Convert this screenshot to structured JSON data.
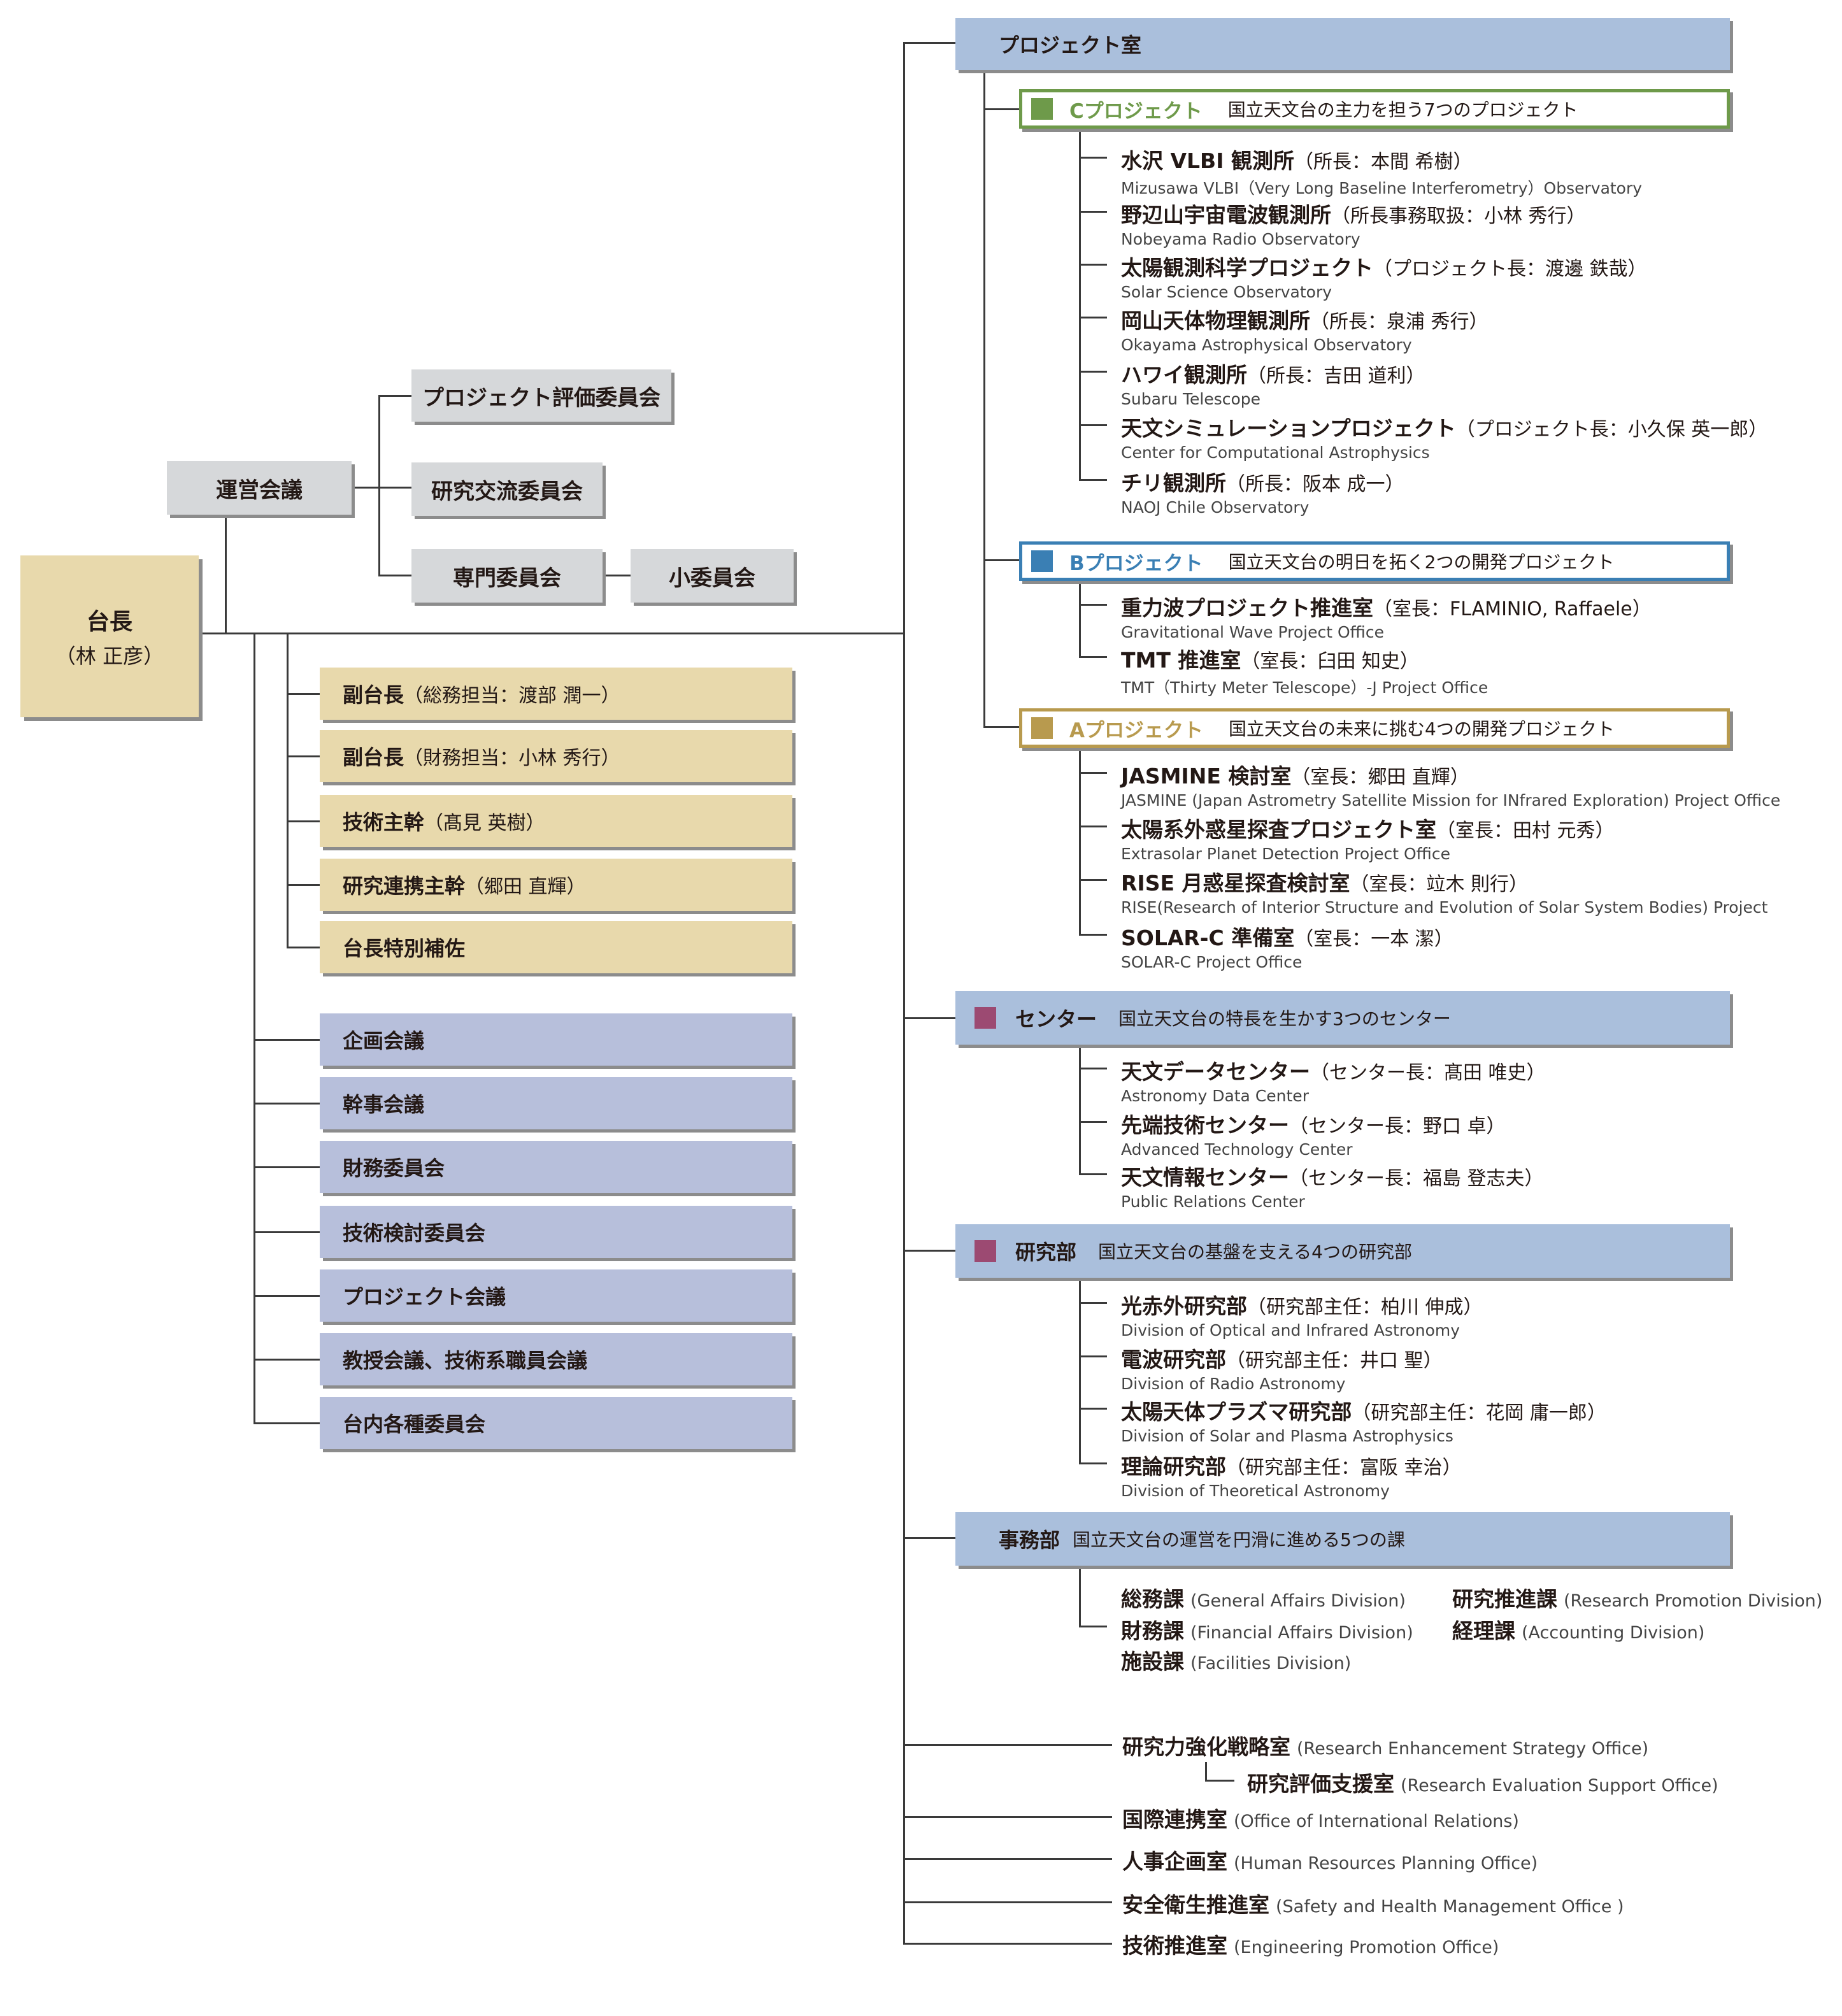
{
  "chief": {
    "title": "台長",
    "name": "（林 正彦）"
  },
  "council": "運営会議",
  "committees": [
    "プロジェクト評価委員会",
    "研究交流委員会",
    "専門委員会",
    "小委員会"
  ],
  "deputies": [
    {
      "title": "副台長",
      "holder": "（総務担当：渡部 潤一）"
    },
    {
      "title": "副台長",
      "holder": "（財務担当：小林 秀行）"
    },
    {
      "title": "技術主幹",
      "holder": "（髙見 英樹）"
    },
    {
      "title": "研究連携主幹",
      "holder": "（郷田 直輝）"
    },
    {
      "title": "台長特別補佐",
      "holder": ""
    }
  ],
  "meetings": [
    "企画会議",
    "幹事会議",
    "財務委員会",
    "技術検討委員会",
    "プロジェクト会議",
    "教授会議、技術系職員会議",
    "台内各種委員会"
  ],
  "project_office": "プロジェクト室",
  "c_project": {
    "title": "Cプロジェクト",
    "desc": "国立天文台の主力を担う7つのプロジェクト",
    "color": "#6e9a4a",
    "items": [
      {
        "name": "水沢 VLBI 観測所",
        "head": "（所長：本間 希樹）",
        "en": "Mizusawa VLBI（Very Long Baseline Interferometry）Observatory"
      },
      {
        "name": "野辺山宇宙電波観測所",
        "head": "（所長事務取扱：小林 秀行）",
        "en": "Nobeyama Radio Observatory"
      },
      {
        "name": "太陽観測科学プロジェクト",
        "head": "（プロジェクト長：渡邊 鉄哉）",
        "en": "Solar Science Observatory"
      },
      {
        "name": "岡山天体物理観測所",
        "head": "（所長：泉浦 秀行）",
        "en": "Okayama Astrophysical Observatory"
      },
      {
        "name": "ハワイ観測所",
        "head": "（所長：吉田 道利）",
        "en": "Subaru Telescope"
      },
      {
        "name": "天文シミュレーションプロジェクト",
        "head": "（プロジェクト長：小久保 英一郎）",
        "en": "Center for Computational Astrophysics"
      },
      {
        "name": "チリ観測所",
        "head": "（所長：阪本 成一）",
        "en": "NAOJ Chile Observatory"
      }
    ]
  },
  "b_project": {
    "title": "Bプロジェクト",
    "desc": "国立天文台の明日を拓く2つの開発プロジェクト",
    "color": "#3a7fb4",
    "items": [
      {
        "name": "重力波プロジェクト推進室",
        "head": "（室長：FLAMINIO, Raffaele）",
        "en": "Gravitational Wave Project Office"
      },
      {
        "name": "TMT 推進室",
        "head": "（室長：臼田 知史）",
        "en": "TMT（Thirty Meter Telescope）-J Project Office"
      }
    ]
  },
  "a_project": {
    "title": "Aプロジェクト",
    "desc": "国立天文台の未来に挑む4つの開発プロジェクト",
    "color": "#b89a4e",
    "items": [
      {
        "name": "JASMINE 検討室",
        "head": "（室長：郷田 直輝）",
        "en": "JASMINE (Japan Astrometry Satellite Mission for INfrared Exploration) Project Office"
      },
      {
        "name": "太陽系外惑星探査プロジェクト室",
        "head": "（室長：田村 元秀）",
        "en": "Extrasolar Planet Detection Project Office"
      },
      {
        "name": "RISE 月惑星探査検討室",
        "head": "（室長：竝木 則行）",
        "en": "RISE(Research of Interior Structure and Evolution of Solar System Bodies) Project"
      },
      {
        "name": "SOLAR-C 準備室",
        "head": "（室長：一本 潔）",
        "en": "SOLAR-C Project Office"
      }
    ]
  },
  "centers": {
    "title": "センター",
    "desc": "国立天文台の特長を生かす3つのセンター",
    "color": "#9c4a72",
    "items": [
      {
        "name": "天文データセンター",
        "head": "（センター長：髙田 唯史）",
        "en": "Astronomy Data Center"
      },
      {
        "name": "先端技術センター",
        "head": "（センター長：野口 卓）",
        "en": "Advanced Technology Center"
      },
      {
        "name": "天文情報センター",
        "head": "（センター長：福島 登志夫）",
        "en": "Public Relations Center"
      }
    ]
  },
  "divisions": {
    "title": "研究部",
    "desc": "国立天文台の基盤を支える4つの研究部",
    "color": "#9c4a72",
    "items": [
      {
        "name": "光赤外研究部",
        "head": "（研究部主任：柏川 伸成）",
        "en": "Division of Optical and Infrared Astronomy"
      },
      {
        "name": "電波研究部",
        "head": "（研究部主任：井口 聖）",
        "en": "Division of Radio Astronomy"
      },
      {
        "name": "太陽天体プラズマ研究部",
        "head": "（研究部主任：花岡 庸一郎）",
        "en": "Division of Solar and Plasma Astrophysics"
      },
      {
        "name": "理論研究部",
        "head": "（研究部主任：富阪 幸治）",
        "en": "Division of Theoretical Astronomy"
      }
    ]
  },
  "admin": {
    "title": "事務部",
    "desc": "国立天文台の運営を円滑に進める5つの課",
    "items": [
      {
        "name": "総務課",
        "en": "(General Affairs Division)"
      },
      {
        "name": "研究推進課",
        "en": "(Research Promotion Division)"
      },
      {
        "name": "財務課",
        "en": "(Financial Affairs Division)"
      },
      {
        "name": "経理課",
        "en": "(Accounting Division)"
      },
      {
        "name": "施設課",
        "en": "(Facilities Division)"
      }
    ]
  },
  "offices": [
    {
      "name": "研究力強化戦略室",
      "en": "(Research Enhancement Strategy Office)"
    },
    {
      "name": "研究評価支援室",
      "en": "(Research Evaluation Support Office)"
    },
    {
      "name": "国際連携室",
      "en": "(Office of International Relations)"
    },
    {
      "name": "人事企画室",
      "en": "(Human Resources Planning Office)"
    },
    {
      "name": "安全衛生推進室",
      "en": "(Safety and Health Management Office )"
    },
    {
      "name": "技術推進室",
      "en": "(Engineering Promotion Office)"
    }
  ]
}
